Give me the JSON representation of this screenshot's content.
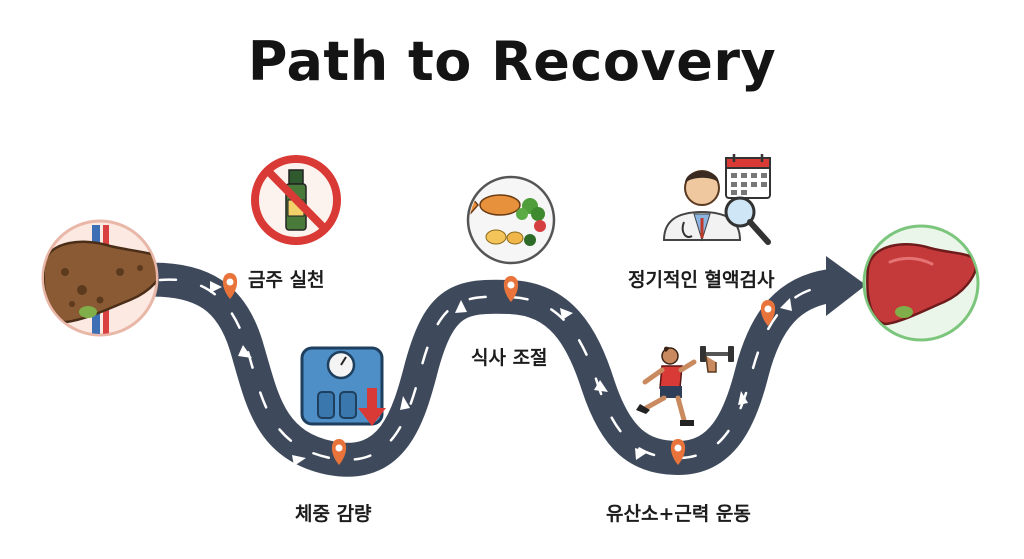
{
  "title": "Path to Recovery",
  "steps": [
    {
      "label": "금주 실천",
      "icon": "no-alcohol-icon"
    },
    {
      "label": "체중 감량",
      "icon": "weight-scale-icon"
    },
    {
      "label": "식사 조절",
      "icon": "healthy-meal-icon"
    },
    {
      "label": "유산소+근력 운동",
      "icon": "running-dumbbell-icon"
    },
    {
      "label": "정기적인 혈액검사",
      "icon": "doctor-calendar-icon"
    }
  ],
  "start": {
    "icon": "damaged-liver-icon"
  },
  "end": {
    "icon": "healthy-liver-icon"
  },
  "colors": {
    "road": "#3e4a5c",
    "pin": "#e8743b",
    "start_ring": "#e9b7a8",
    "end_ring": "#7cc57c",
    "no_sign": "#d93a35"
  }
}
